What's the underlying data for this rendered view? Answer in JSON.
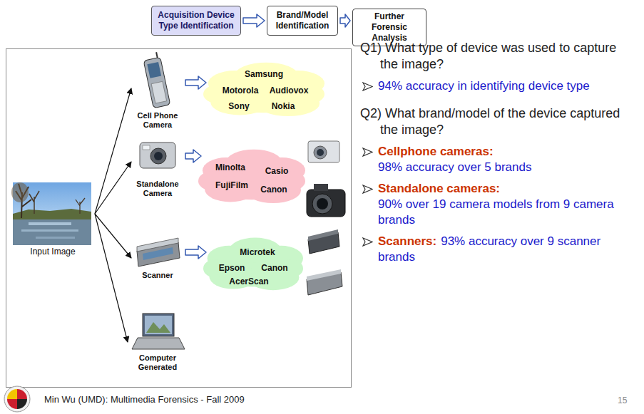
{
  "diagram": {
    "nodes": [
      {
        "text": [
          "Acquisition Device Type Identification"
        ]
      },
      {
        "text": [
          "Brand/Model Identification"
        ]
      },
      {
        "text": [
          "Further Forensic Analysis"
        ]
      },
      {
        "text": [
          "Input Image"
        ]
      },
      {
        "text": [
          "Cell Phone Camera"
        ]
      },
      {
        "text": [
          "Samsung",
          "Motorola",
          "Audiovox",
          "Sony",
          "Nokia"
        ]
      },
      {
        "text": [
          "Standalone Camera"
        ]
      },
      {
        "text": [
          "Minolta",
          "Casio",
          "FujiFilm",
          "Canon"
        ]
      },
      {
        "text": [
          "Scanner"
        ]
      },
      {
        "text": [
          "Microtek",
          "Epson",
          "Canon",
          "AcerScan"
        ]
      },
      {
        "text": [
          "Computer Generated"
        ]
      }
    ],
    "edges": [
      {
        "from": 0,
        "to": 1,
        "arrow": "to"
      },
      {
        "from": 1,
        "to": 2,
        "arrow": "to"
      },
      {
        "from": 3,
        "to": 4,
        "arrow": "to"
      },
      {
        "from": 3,
        "to": 6,
        "arrow": "to"
      },
      {
        "from": 3,
        "to": 8,
        "arrow": "to"
      },
      {
        "from": 3,
        "to": 10,
        "arrow": "to"
      },
      {
        "from": 4,
        "to": 5,
        "arrow": "to"
      },
      {
        "from": 6,
        "to": 7,
        "arrow": "to"
      },
      {
        "from": 8,
        "to": 9,
        "arrow": "to"
      }
    ],
    "labels": [
      "Q1) What type of device was used to capture the image?",
      "94% accuracy in identifying device type",
      "Q2) What brand/model of the device captured the image?",
      "Cellphone cameras:",
      "98% accuracy over 5 brands",
      "Standalone cameras:",
      "90% over 19 camera models from 9 camera brands",
      "Scanners:",
      "93% accuracy over 9 scanner brands",
      "Min Wu (UMD): Multimedia Forensics - Fall 2009",
      "15"
    ]
  }
}
